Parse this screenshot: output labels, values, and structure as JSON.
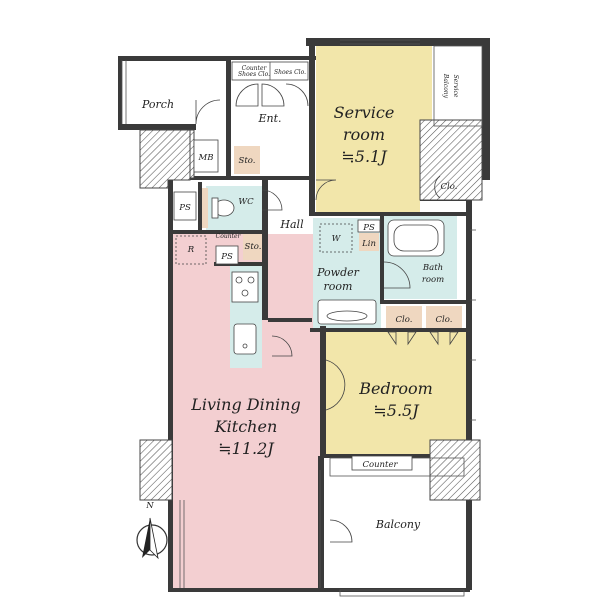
{
  "colors": {
    "ldk": "#f3cfd1",
    "service_room": "#f2e6aa",
    "bedroom": "#f2e6aa",
    "wet_area": "#d5ecea",
    "storage": "#efd7c0",
    "wall": "#3a3a3a"
  },
  "rooms": {
    "porch": "Porch",
    "mb": "MB",
    "entrance": "Ent.",
    "counter_shoes_top": "Counter",
    "counter_shoes_bottom": "Shoes Clo.",
    "shoes_clo": "Shoes Clo.",
    "storage_ent": "Sto.",
    "service_room_line1": "Service",
    "service_room_line2": "room",
    "service_room_size": "≒5.1J",
    "service_balcony_line1": "Service",
    "service_balcony_line2": "Balcony",
    "closet_service": "Clo.",
    "ps_left": "PS",
    "wc": "WC",
    "counter_small": "Counter",
    "storage_hall": "Sto.",
    "hall": "Hall",
    "refrigerator": "R",
    "ps_kitchen": "PS",
    "washer": "W",
    "ps_powder": "PS",
    "linen": "Lin",
    "bath_line1": "Bath",
    "bath_line2": "room",
    "powder_line1": "Powder",
    "powder_line2": "room",
    "closet_bed_1": "Clo.",
    "closet_bed_2": "Clo.",
    "ldk_line1": "Living Dining",
    "ldk_line2": "Kitchen",
    "ldk_size": "≒11.2J",
    "bedroom": "Bedroom",
    "bedroom_size": "≒5.5J",
    "counter_bed": "Counter",
    "balcony": "Balcony"
  },
  "compass": {
    "north": "N"
  }
}
